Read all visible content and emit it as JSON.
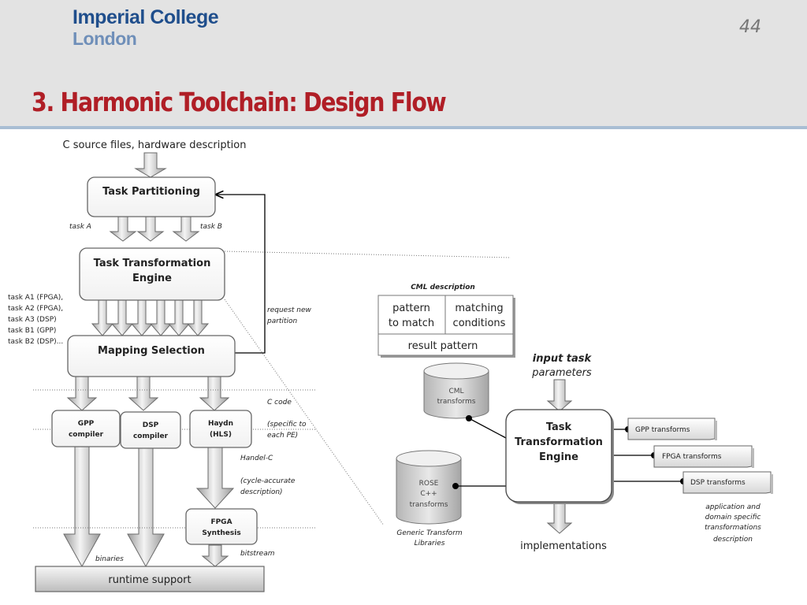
{
  "header": {
    "logo_line1": "Imperial College",
    "logo_line2": "London",
    "slide_number": "44",
    "title": "3. Harmonic Toolchain: Design Flow"
  },
  "flow": {
    "input_label": "C source files, hardware description",
    "task_partitioning": "Task Partitioning",
    "task_a": "task A",
    "task_b": "task B",
    "tte_line1": "Task Transformation",
    "tte_line2": "Engine",
    "tasks_list": [
      "task A1 (FPGA),",
      "task A2 (FPGA),",
      "task A3 (DSP)",
      "task B1 (GPP)",
      "task B2 (DSP)..."
    ],
    "request_line1": "request new",
    "request_line2": "partition",
    "mapping_selection": "Mapping Selection",
    "gpp_line1": "GPP",
    "gpp_line2": "compiler",
    "dsp_line1": "DSP",
    "dsp_line2": "compiler",
    "haydn_line1": "Haydn",
    "haydn_line2": "(HLS)",
    "c_code": "C code",
    "specific_line1": "(specific to",
    "specific_line2": "each PE)",
    "handel_c": "Handel-C",
    "cycle_line1": "(cycle-accurate",
    "cycle_line2": "description)",
    "fpga_line1": "FPGA",
    "fpga_line2": "Synthesis",
    "bitstream": "bitstream",
    "binaries": "binaries",
    "runtime_support": "runtime support"
  },
  "detail": {
    "cml_description": "CML description",
    "pattern_line1": "pattern",
    "pattern_line2": "to match",
    "matching_line1": "matching",
    "matching_line2": "conditions",
    "result_pattern": "result pattern",
    "input_task": "input task",
    "parameters": "parameters",
    "cml_db_line1": "CML",
    "cml_db_line2": "transforms",
    "tte_line1": "Task",
    "tte_line2": "Transformation",
    "tte_line3": "Engine",
    "gpp_transforms": "GPP transforms",
    "fpga_transforms": "FPGA  transforms",
    "dsp_transforms": "DSP transforms",
    "rose_line1": "ROSE",
    "rose_line2": "C++",
    "rose_line3": "transforms",
    "generic_line1": "Generic Transform",
    "generic_line2": "Libraries",
    "app_line1": "application and",
    "app_line2": "domain specific",
    "app_line3": "transformations",
    "app_line4": "description",
    "implementations": "implementations"
  }
}
